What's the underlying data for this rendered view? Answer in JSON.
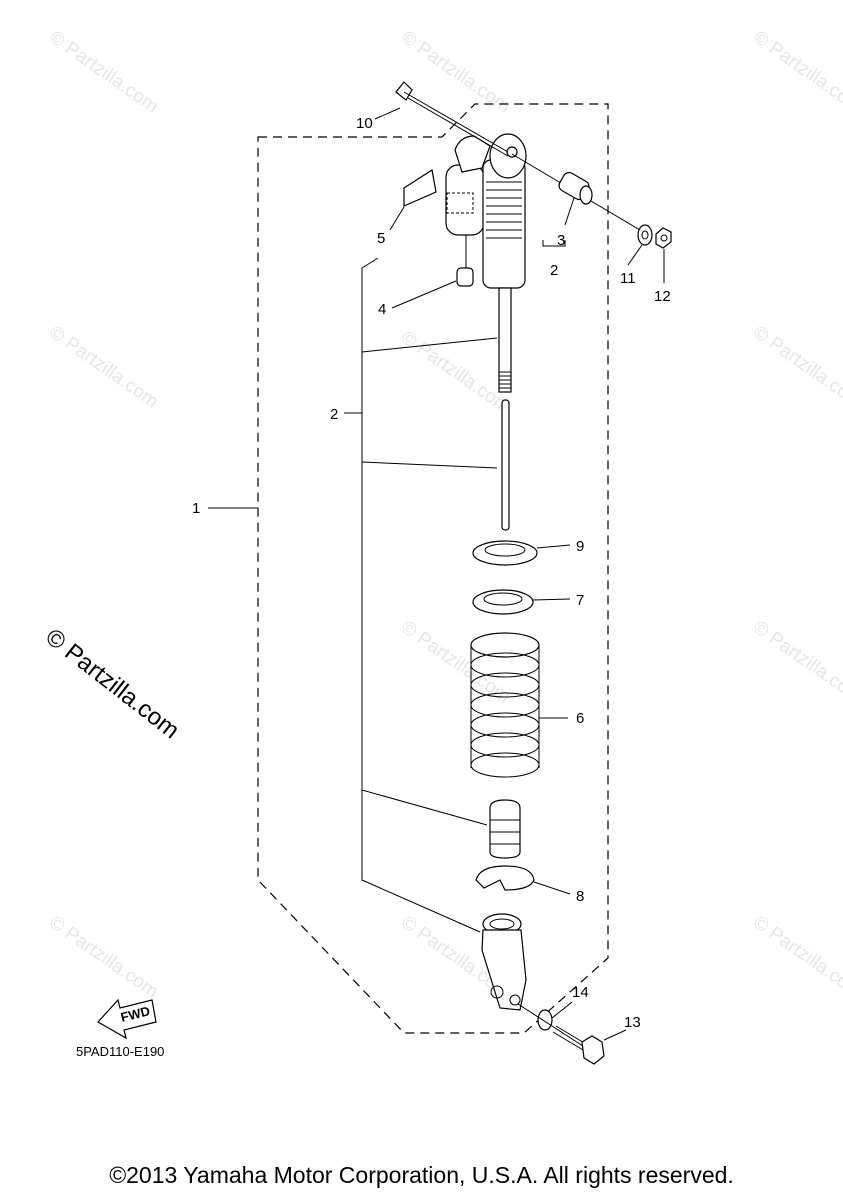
{
  "watermark": "© Partzilla.com",
  "diagram_code": "5PAD110-E190",
  "fwd_label": "FWD",
  "copyright": "©2013 Yamaha Motor Corporation, U.S.A. All rights reserved.",
  "callouts": {
    "c1": "1",
    "c2a": "2",
    "c2b": "2",
    "c3": "3",
    "c4": "4",
    "c5": "5",
    "c6": "6",
    "c7": "7",
    "c8": "8",
    "c9": "9",
    "c10": "10",
    "c11": "11",
    "c12": "12",
    "c13": "13",
    "c14": "14"
  }
}
